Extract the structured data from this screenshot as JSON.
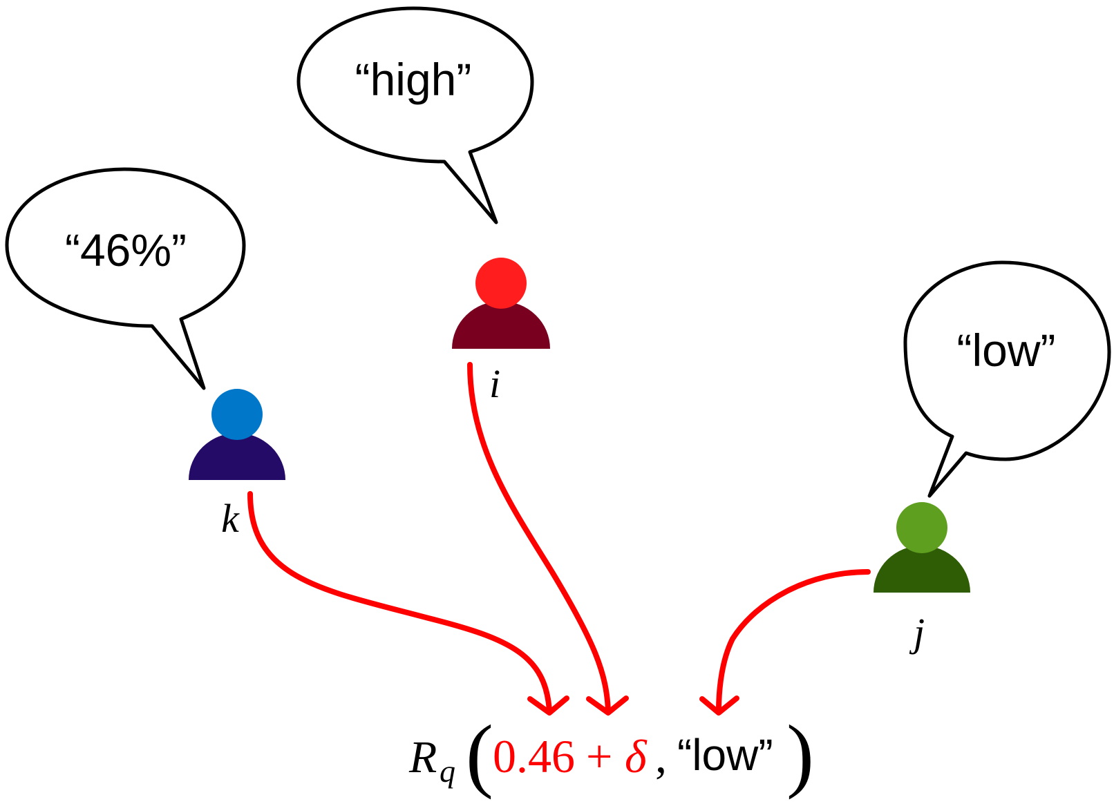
{
  "title": "",
  "colors": {
    "arrow": "#ff0000",
    "bubble_stroke": "#000000",
    "highlight_text": "#ff0000"
  },
  "agents": [
    {
      "id": "k",
      "label": "k",
      "speech": "“46%”",
      "head_color": "#0077c8",
      "body_color": "#250b68"
    },
    {
      "id": "i",
      "label": "i",
      "speech": "“high”",
      "head_color": "#ff1d1d",
      "body_color": "#7a0020"
    },
    {
      "id": "j",
      "label": "j",
      "speech": "“low”",
      "head_color": "#5f9f1f",
      "body_color": "#2f5d05"
    }
  ],
  "formula": {
    "function": "R",
    "subscript": "q",
    "open_paren": "(",
    "value": "0.46",
    "plus": "+",
    "delta": "δ",
    "comma": ",",
    "text_value": "“low”",
    "close_paren": ")"
  }
}
